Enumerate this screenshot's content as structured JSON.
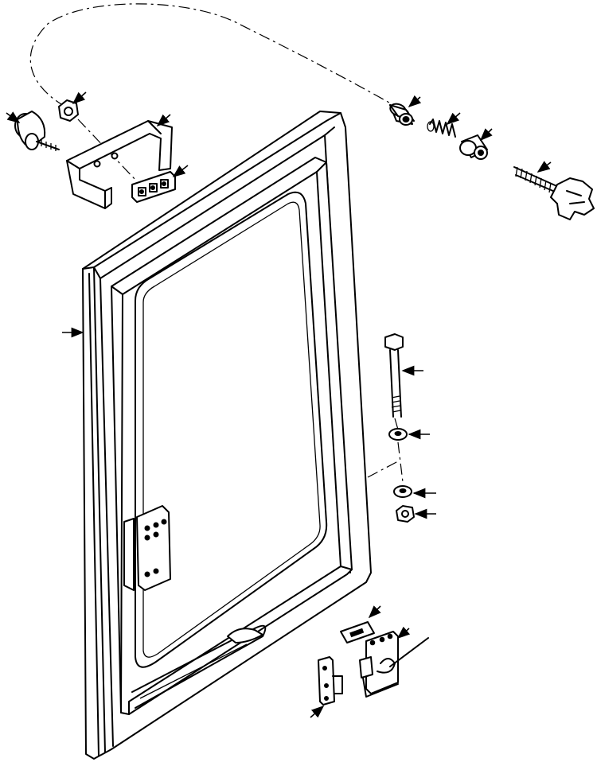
{
  "figure": {
    "description_visible_text": "",
    "line_color": "#000000",
    "background_color": "#ffffff",
    "parts": [
      {
        "id": "window-frame",
        "icon": "door-window-frame"
      },
      {
        "id": "rubber-bumper",
        "icon": "bumper"
      },
      {
        "id": "nut-top",
        "icon": "hex-nut"
      },
      {
        "id": "bracket",
        "icon": "u-bracket"
      },
      {
        "id": "clip-plate",
        "icon": "plate"
      },
      {
        "id": "spacer-1",
        "icon": "bushing"
      },
      {
        "id": "spring",
        "icon": "spring"
      },
      {
        "id": "spacer-2",
        "icon": "bushing"
      },
      {
        "id": "knob-screw",
        "icon": "star-knob"
      },
      {
        "id": "bolt",
        "icon": "bolt"
      },
      {
        "id": "washer-1",
        "icon": "washer"
      },
      {
        "id": "washer-2",
        "icon": "washer"
      },
      {
        "id": "nut-bottom",
        "icon": "hex-nut"
      },
      {
        "id": "hinge",
        "icon": "hinge"
      },
      {
        "id": "shim",
        "icon": "shim"
      },
      {
        "id": "latch",
        "icon": "latch"
      },
      {
        "id": "striker",
        "icon": "striker"
      }
    ]
  }
}
